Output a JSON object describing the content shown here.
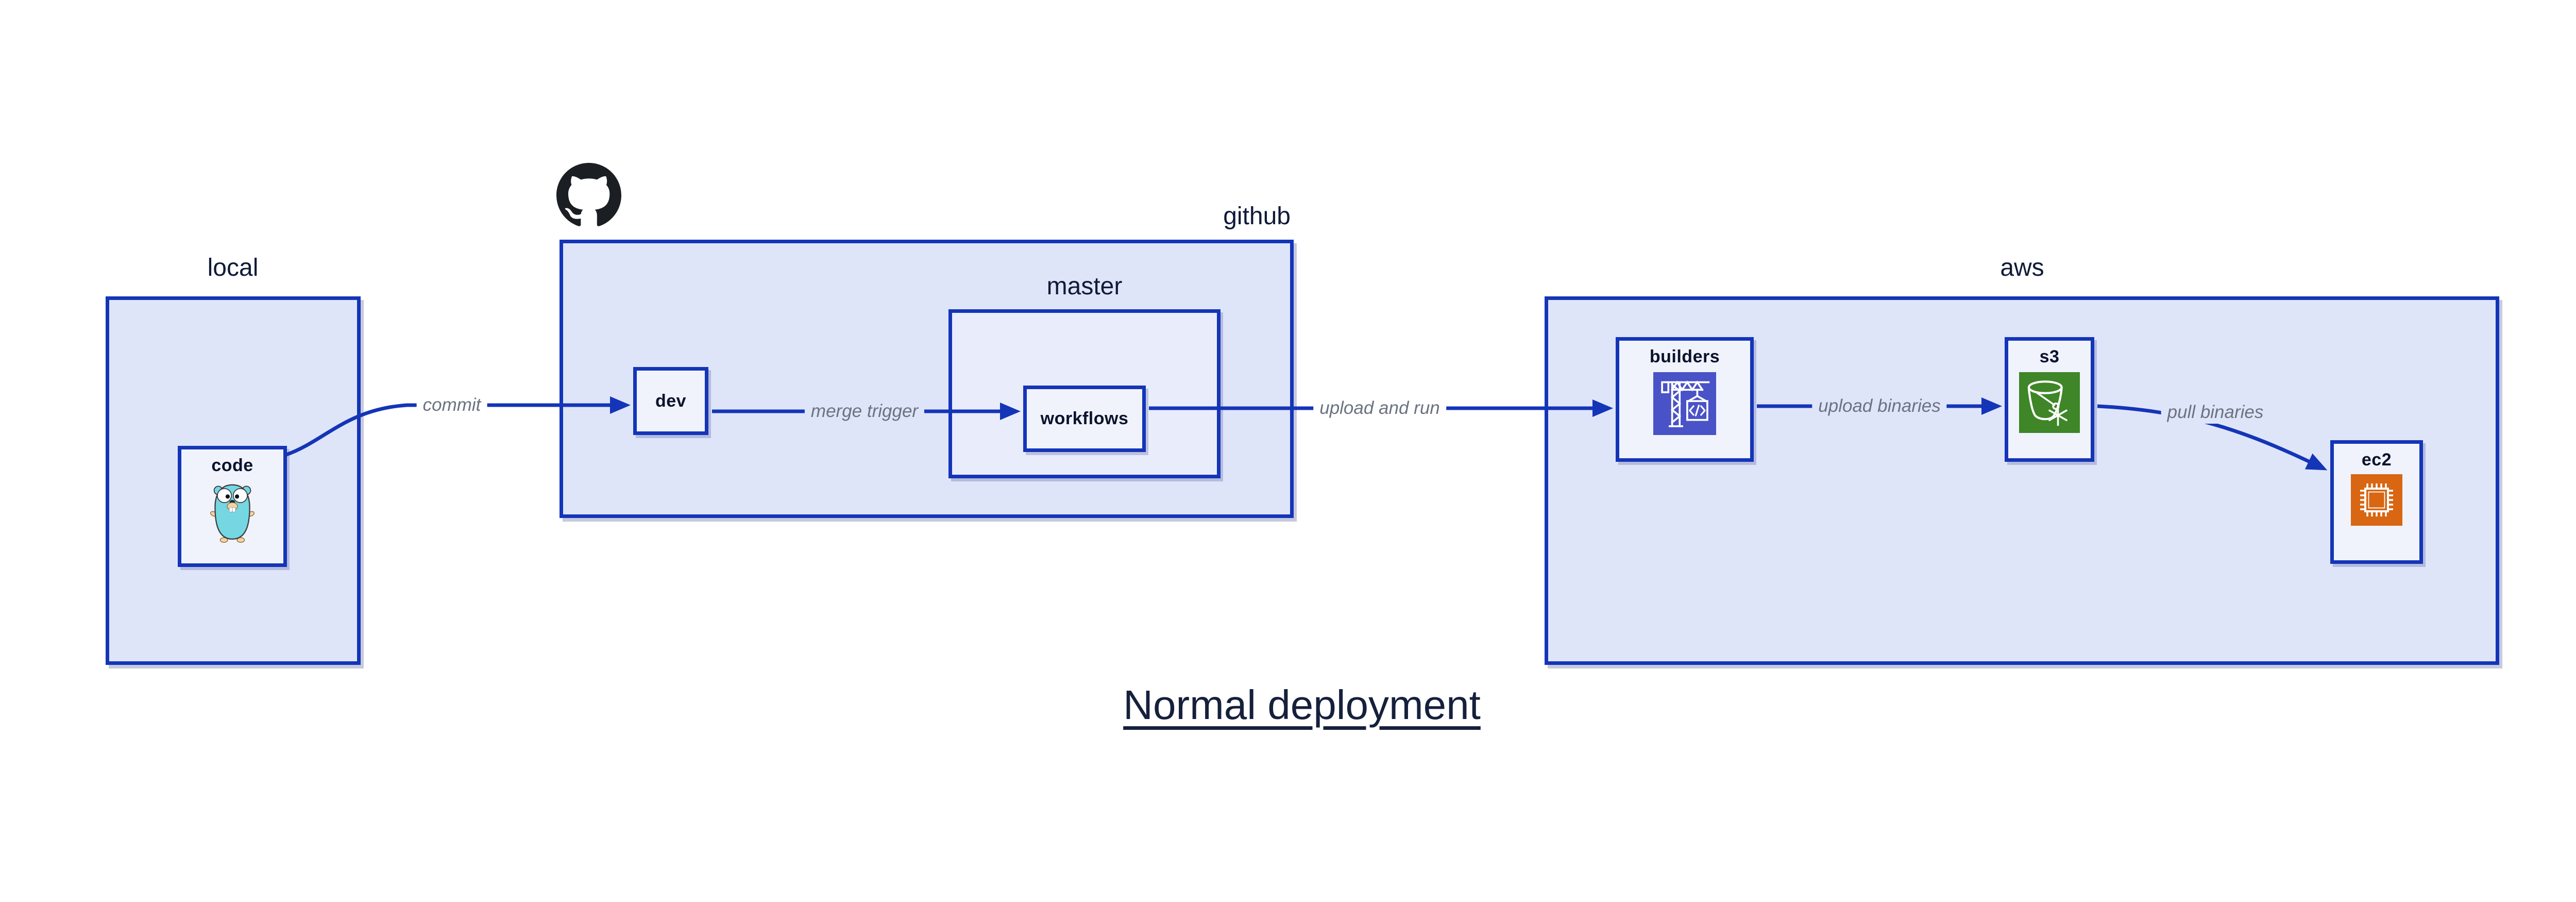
{
  "title": {
    "text": "Normal deployment"
  },
  "groups": {
    "local": {
      "label": "local"
    },
    "github": {
      "label": "github"
    },
    "master": {
      "label": "master"
    },
    "aws": {
      "label": "aws"
    }
  },
  "nodes": {
    "code": {
      "label": "code",
      "icon": "go-gopher-icon"
    },
    "dev": {
      "label": "dev"
    },
    "workflows": {
      "label": "workflows"
    },
    "builders": {
      "label": "builders",
      "icon": "codebuild-crane-icon"
    },
    "s3": {
      "label": "s3",
      "icon": "s3-bucket-icon"
    },
    "ec2": {
      "label": "ec2",
      "icon": "ec2-chip-icon"
    }
  },
  "decorations": {
    "github_logo": "github-octocat-icon"
  },
  "edges": [
    {
      "from": "code",
      "to": "dev",
      "label": "commit"
    },
    {
      "from": "dev",
      "to": "workflows",
      "label": "merge trigger"
    },
    {
      "from": "workflows",
      "to": "builders",
      "label": "upload and run"
    },
    {
      "from": "builders",
      "to": "s3",
      "label": "upload binaries"
    },
    {
      "from": "s3",
      "to": "ec2",
      "label": "pull binaries"
    }
  ],
  "colors": {
    "group_fill": "#dfe5f9",
    "subgroup_fill": "#e9edfb",
    "node_fill": "#f0f3fc",
    "stroke_blue": "#1435b8",
    "edge_label_gray": "#6b7380",
    "title_navy": "#0f1a38",
    "builders_icon_bg": "#4a52c8",
    "s3_icon_bg": "#3e8627",
    "ec2_icon_bg": "#d86613",
    "gopher_body": "#74d7e2",
    "octocat_black": "#1b1f23"
  }
}
